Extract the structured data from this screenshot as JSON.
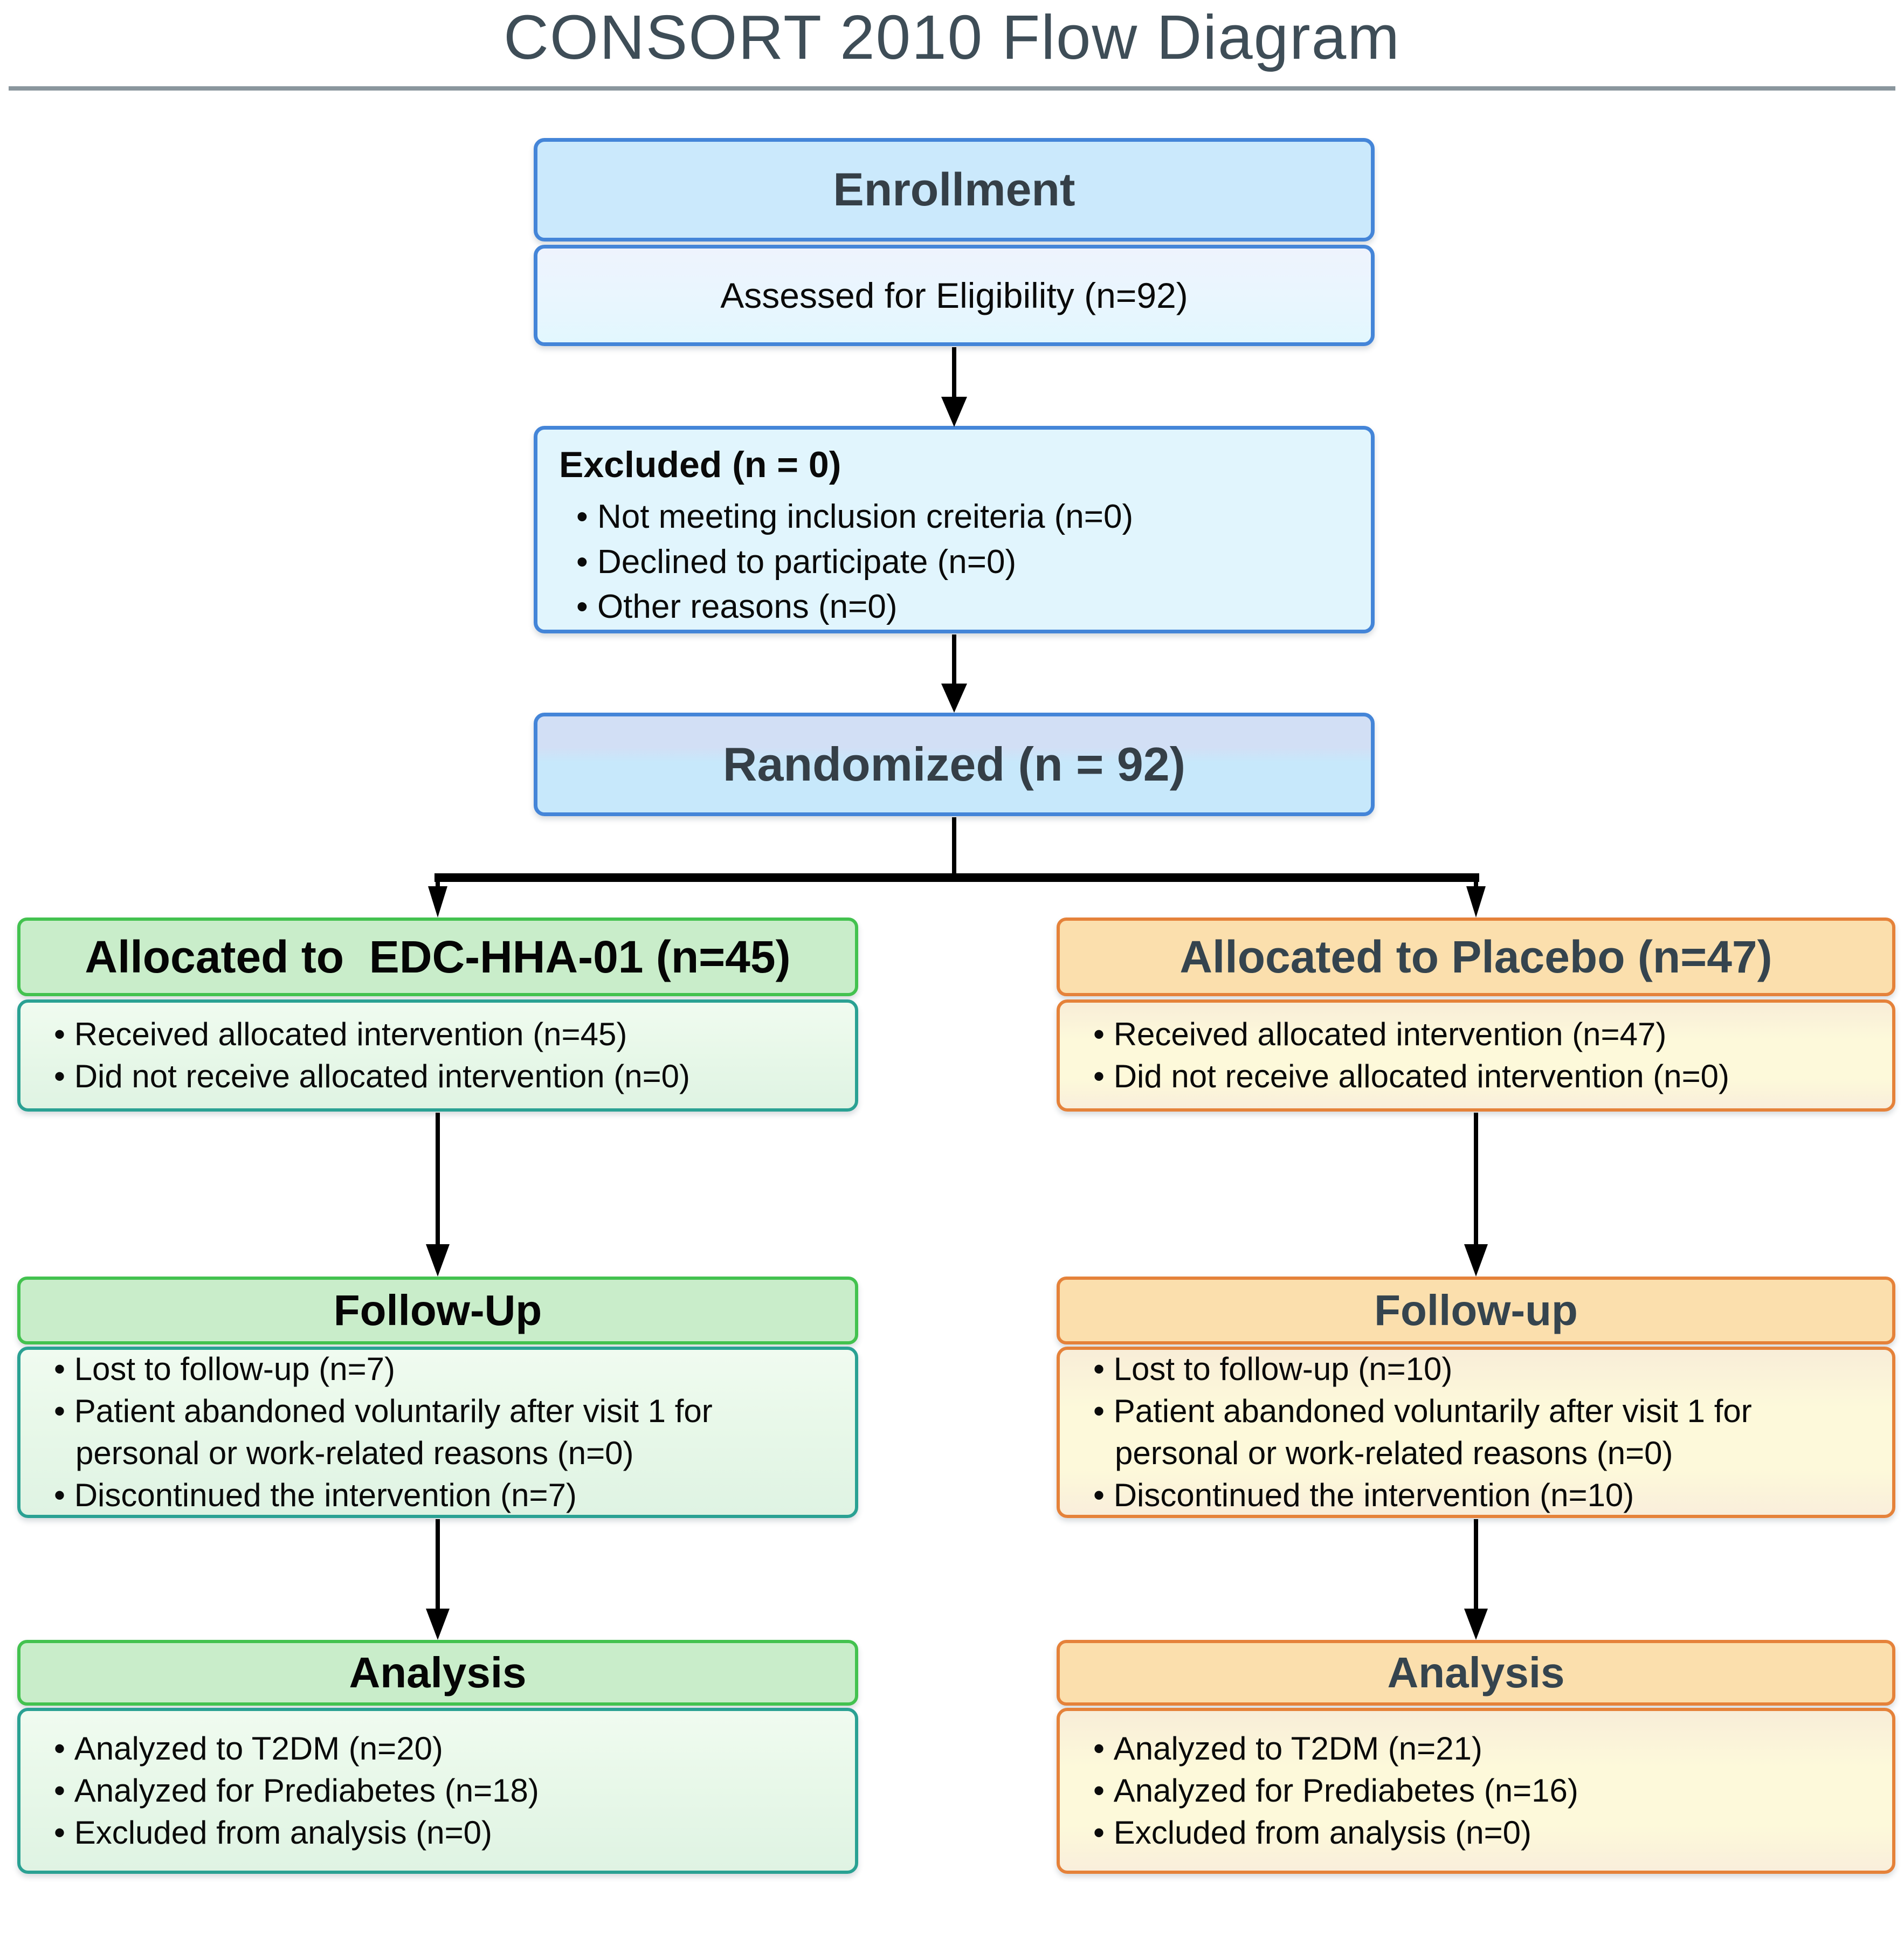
{
  "title": "CONSORT 2010 Flow Diagram",
  "colors": {
    "title_color": "#3e4d57",
    "divider_color": "#8a969d",
    "blue_border": "#4485d8",
    "blue_header_fill": "#cbe9fc",
    "blue_body_fill_top": "#eef3fd",
    "blue_body_fill_bottom": "#e2f7fe",
    "excluded_fill": "#e1f5fd",
    "randomized_fill_top": "#d2dff5",
    "randomized_fill_bottom": "#c7e8fb",
    "green_border": "#43c24f",
    "green_body_border": "#2aa193",
    "green_header_fill": "#c9edca",
    "green_body_fill_top": "#f0fbf0",
    "green_body_fill_bottom": "#dff3e3",
    "orange_border": "#e5823a",
    "orange_header_fill": "#fbdfad",
    "orange_body_fill_top": "#f8edd8",
    "orange_body_fill_bottom": "#fdf9da",
    "slate_header_text": "#353f47",
    "dark_header_text": "#35444e",
    "arrow_color": "#000000"
  },
  "enrollment": {
    "header": "Enrollment",
    "assessed": "Assessed for Eligibility (n=92)"
  },
  "excluded": {
    "title": "Excluded (n = 0)",
    "items": [
      "Not meeting inclusion creiteria (n=0)",
      "Declined to participate (n=0)",
      "Other reasons (n=0)"
    ]
  },
  "randomized": {
    "label": "Randomized (n = 92)"
  },
  "left_arm": {
    "allocation": {
      "header": "Allocated to  EDC-HHA-01 (n=45)",
      "items": [
        "Received allocated intervention (n=45)",
        "Did not receive allocated intervention (n=0)"
      ]
    },
    "followup": {
      "header": "Follow-Up",
      "items": [
        "Lost to follow-up (n=7)",
        "Patient abandoned voluntarily after visit 1 for personal or work-related reasons (n=0)",
        "Discontinued the intervention (n=7)"
      ]
    },
    "analysis": {
      "header": "Analysis",
      "items": [
        "Analyzed to T2DM (n=20)",
        "Analyzed for Prediabetes (n=18)",
        "Excluded from analysis (n=0)"
      ]
    }
  },
  "right_arm": {
    "allocation": {
      "header": "Allocated to Placebo (n=47)",
      "items": [
        "Received allocated intervention (n=47)",
        "Did not receive allocated intervention (n=0)"
      ]
    },
    "followup": {
      "header": "Follow-up",
      "items": [
        "Lost to follow-up (n=10)",
        "Patient abandoned voluntarily after visit 1 for personal or work-related reasons (n=0)",
        "Discontinued the intervention (n=10)"
      ]
    },
    "analysis": {
      "header": "Analysis",
      "items": [
        "Analyzed to T2DM (n=21)",
        "Analyzed for Prediabetes (n=16)",
        "Excluded from analysis (n=0)"
      ]
    }
  }
}
